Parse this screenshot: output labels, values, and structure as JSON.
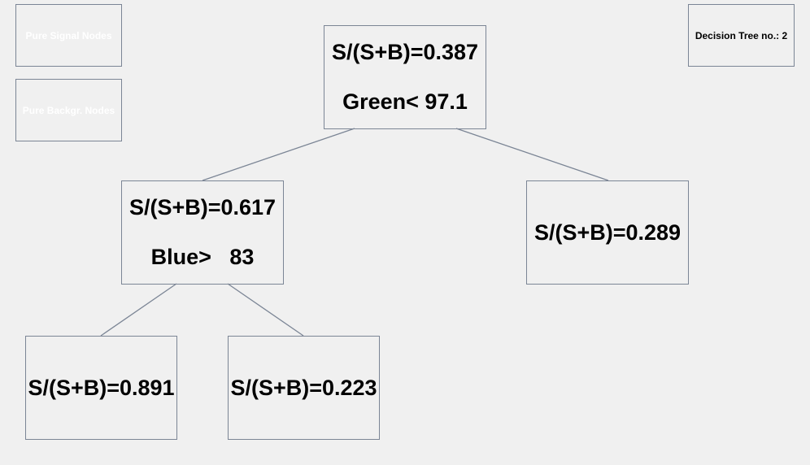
{
  "legend": {
    "signal_label": "Pure Signal Nodes",
    "background_label": "Pure Backgr. Nodes"
  },
  "tree_label": "Decision Tree no.: 2",
  "colors": {
    "background": "#f0f0f0",
    "border": "#7b8595",
    "edge": "#7b8595",
    "text": "#000000"
  },
  "nodes": {
    "root": {
      "purity": "S/(S+B)=0.387",
      "cut": "Green< 97.1"
    },
    "left": {
      "purity": "S/(S+B)=0.617",
      "cut": "Blue>   83"
    },
    "right": {
      "purity": "S/(S+B)=0.289"
    },
    "left_left": {
      "purity": "S/(S+B)=0.891"
    },
    "left_right": {
      "purity": "S/(S+B)=0.223"
    }
  }
}
